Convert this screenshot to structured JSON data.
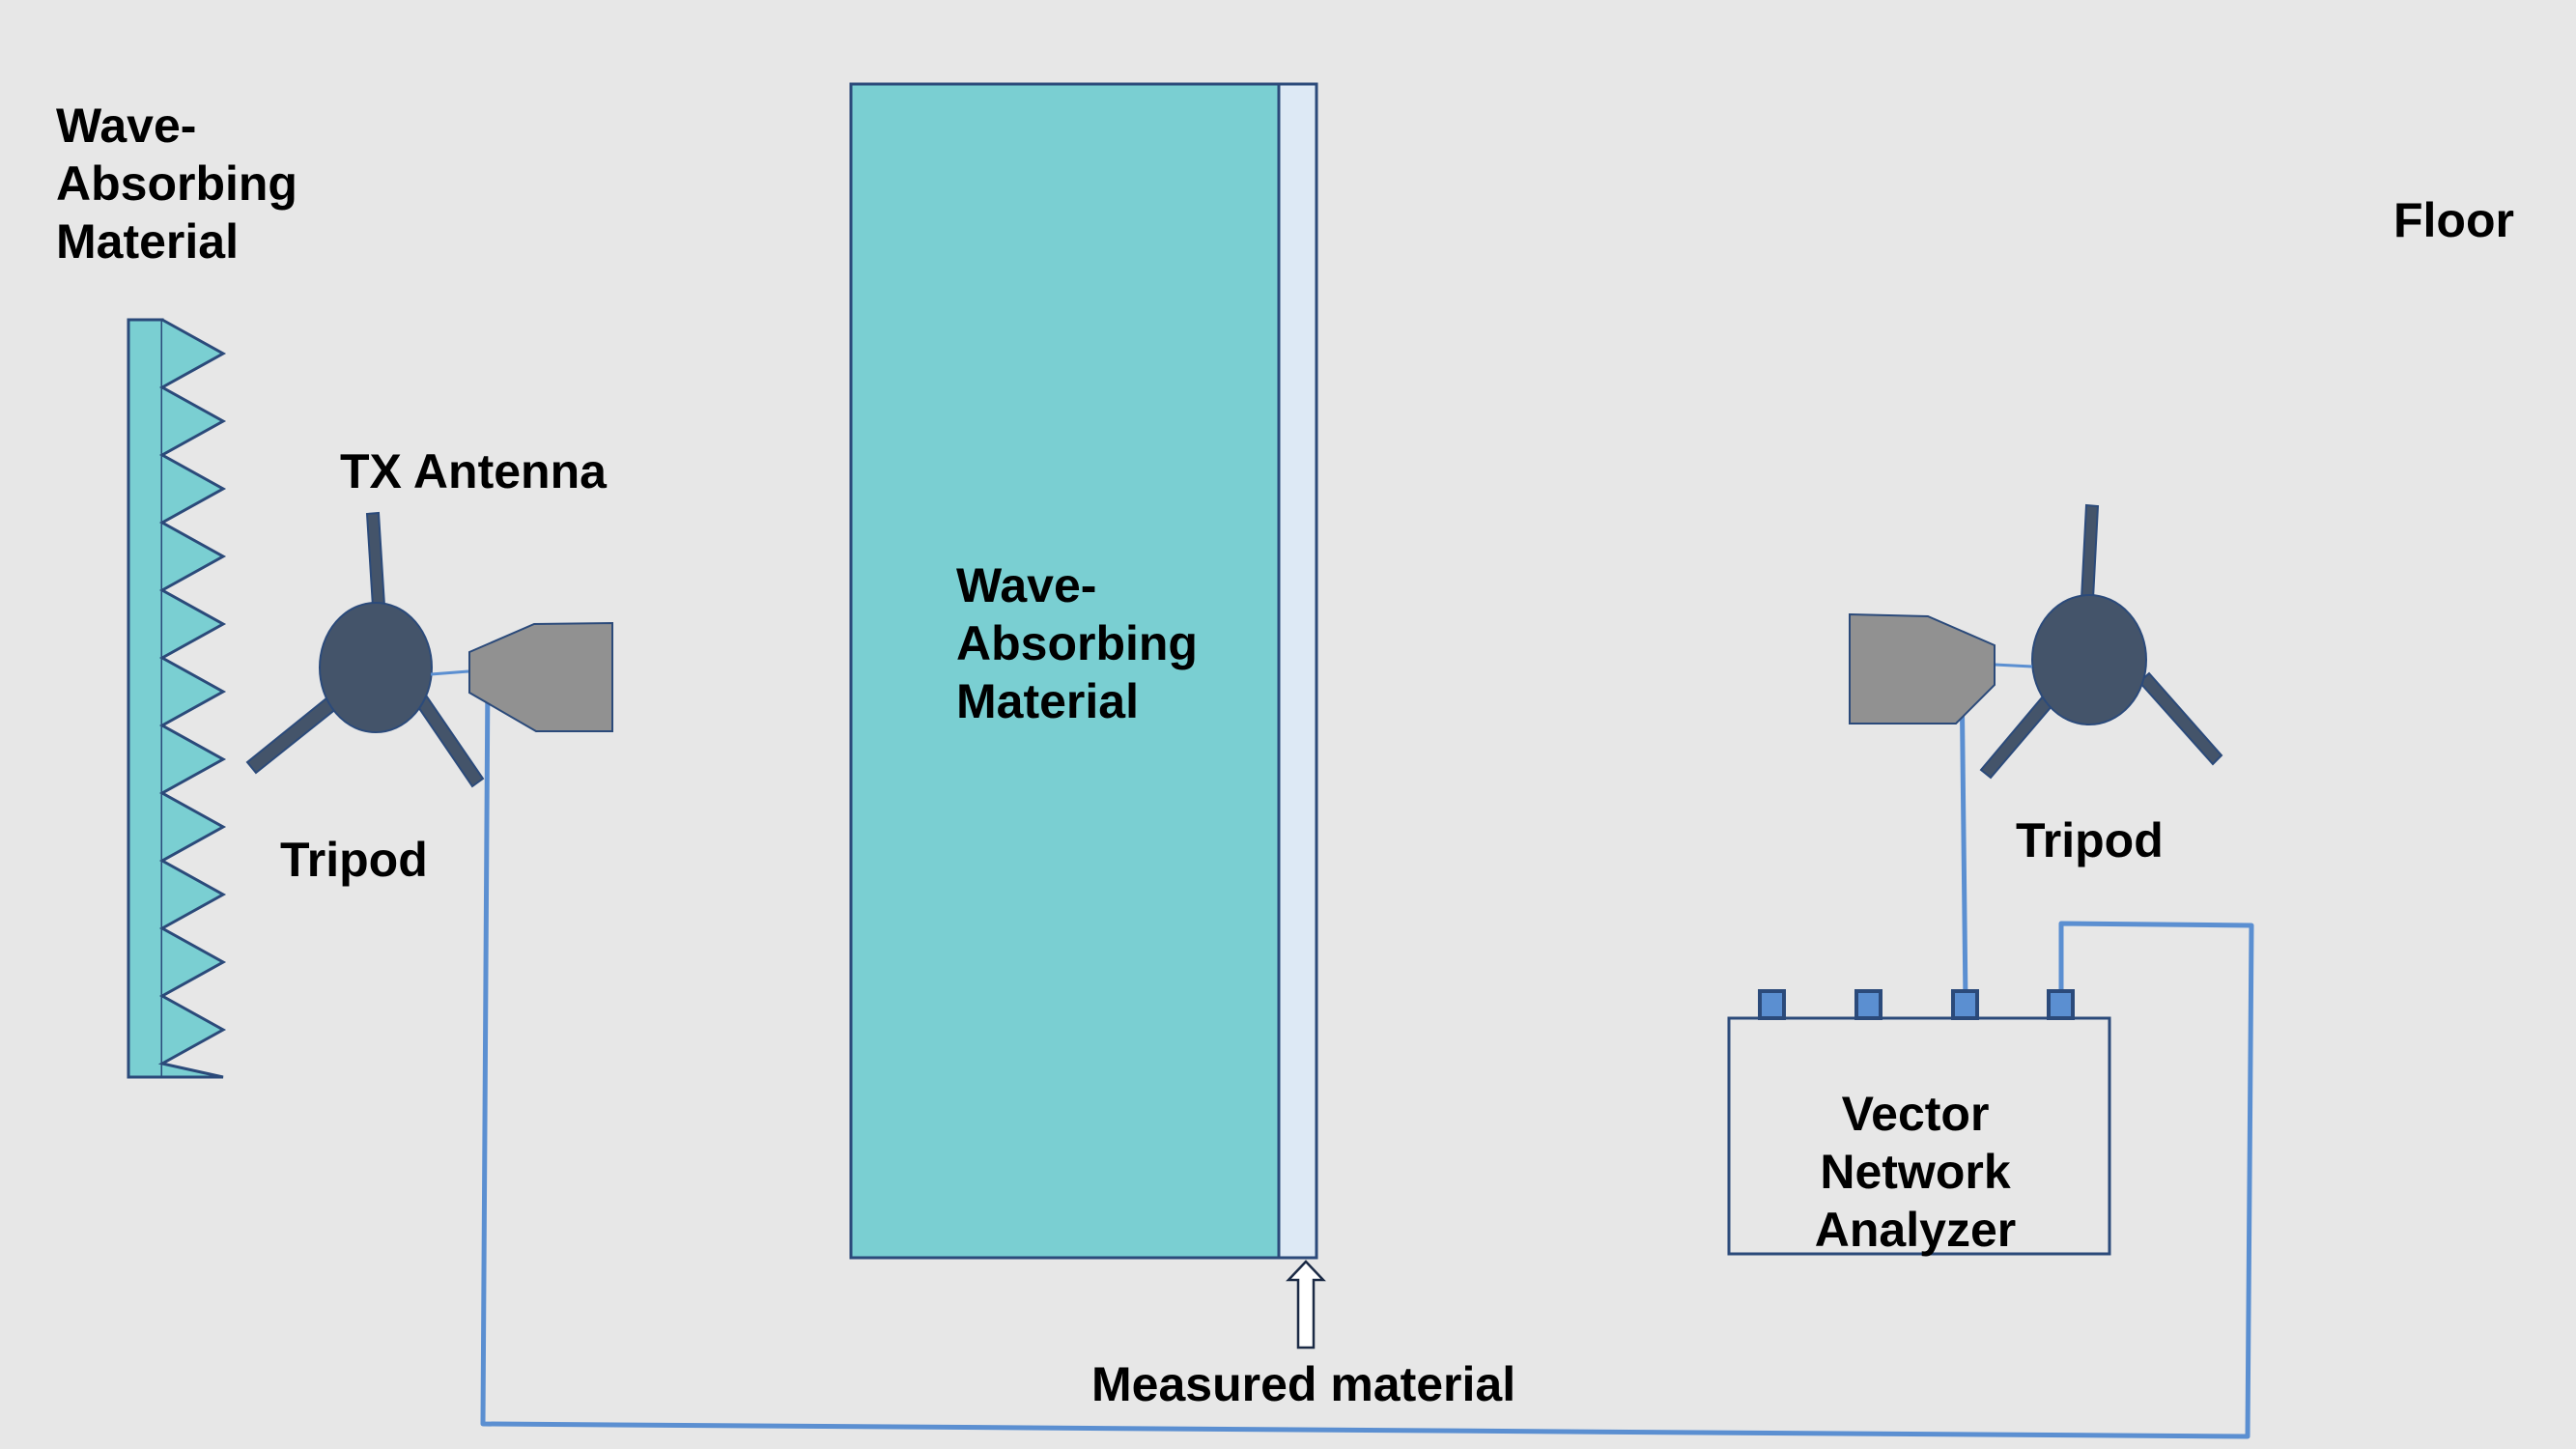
{
  "labels": {
    "wave_absorbing_left": "Wave-\nAbsorbing\nMaterial",
    "floor": "Floor",
    "tx_antenna": "TX Antenna",
    "tripod_left": "Tripod",
    "wave_absorbing_center": "Wave-\nAbsorbing\nMaterial",
    "tripod_right": "Tripod",
    "vna": "Vector\nNetwork\nAnalyzer",
    "measured_material": "Measured material"
  },
  "colors": {
    "background": "#e7e7e7",
    "absorber_fill": "#7acfd2",
    "outline": "#2b4a7a",
    "material_fill": "#dde9f5",
    "tripod_fill": "#44546a",
    "antenna_fill": "#919191",
    "cable": "#5b8fd1",
    "port_fill": "#5b8fd1"
  },
  "icons": {
    "measured_material_pointer": "hollow-up-arrow-icon"
  }
}
